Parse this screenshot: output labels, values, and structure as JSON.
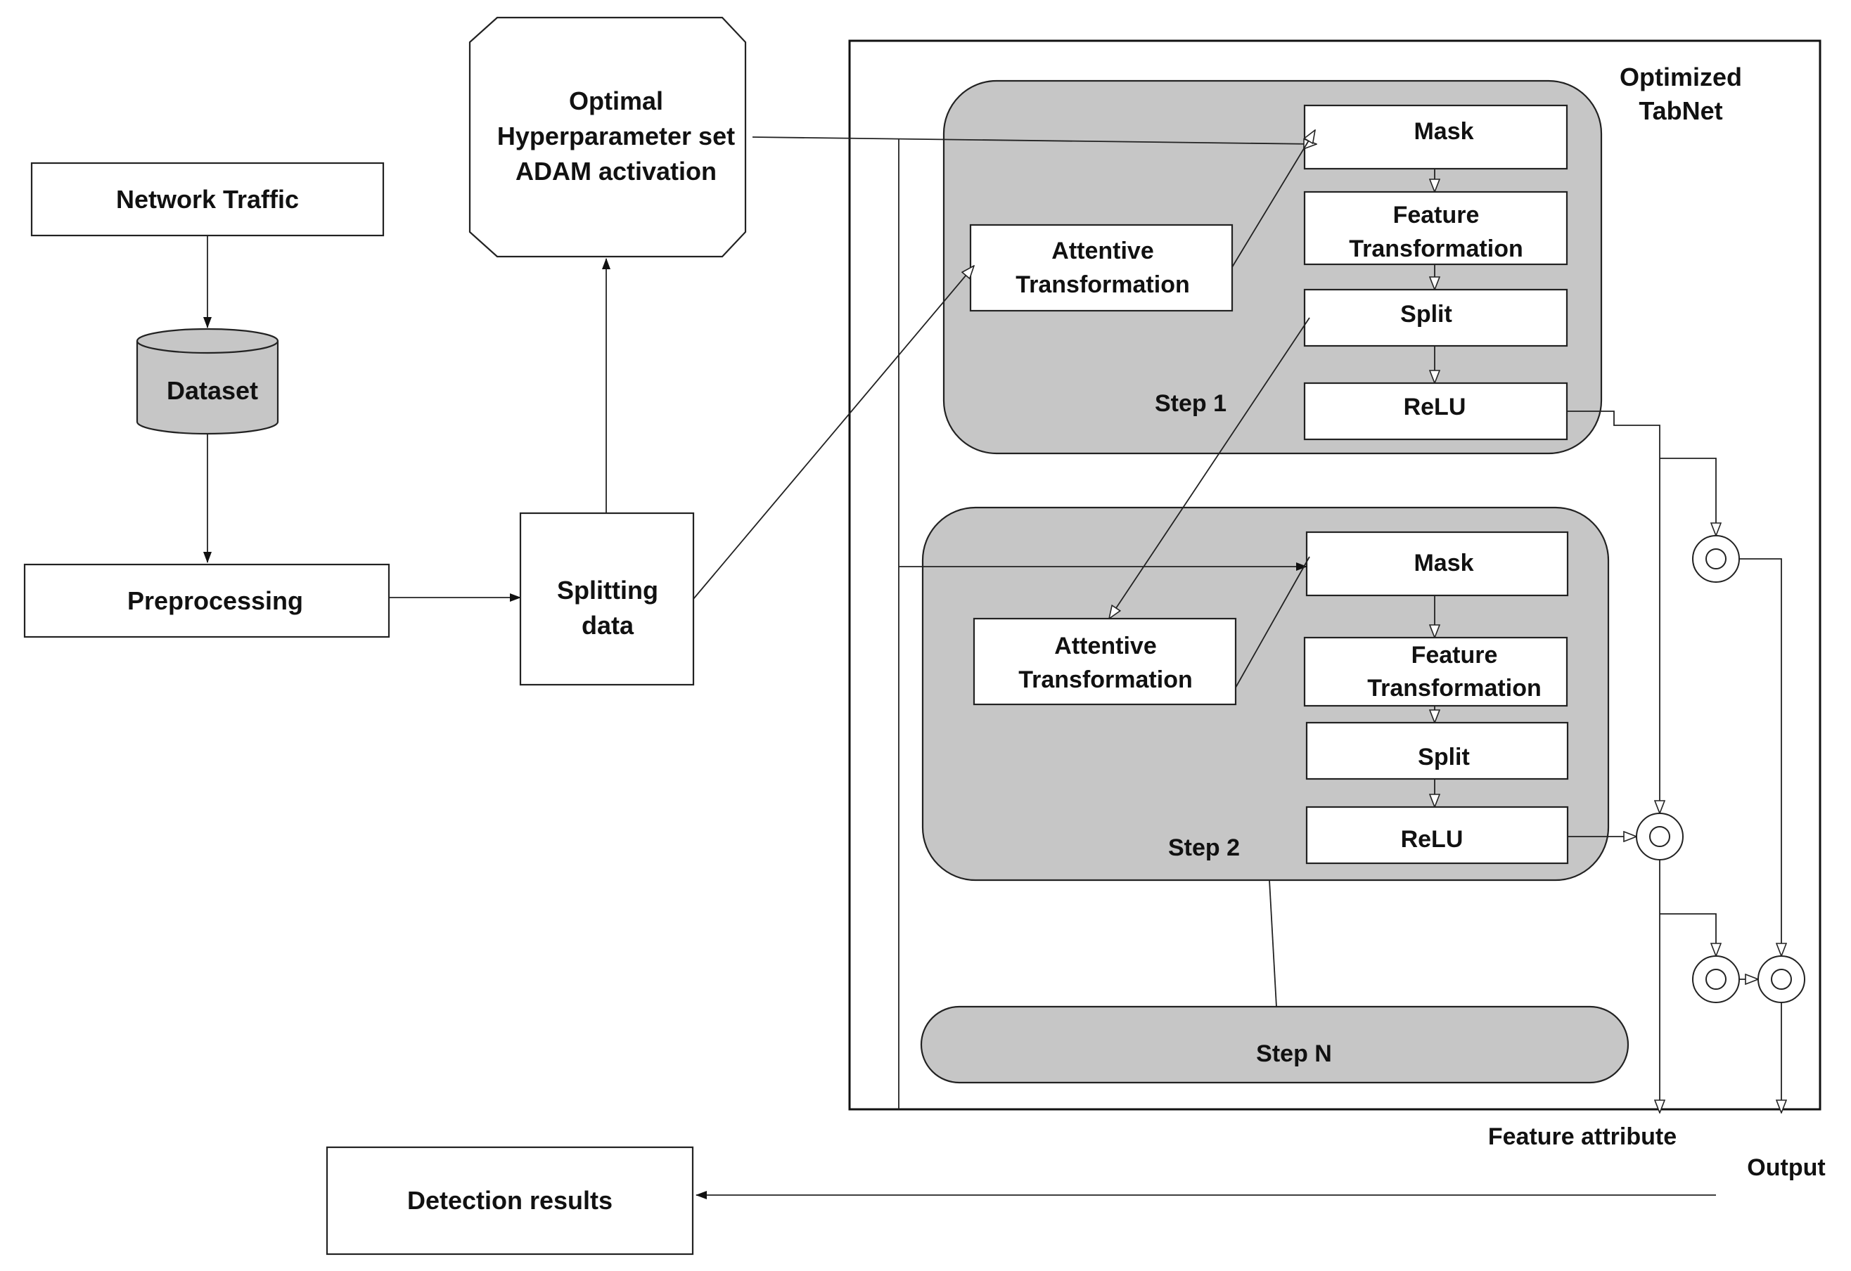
{
  "nodes": {
    "network_traffic": "Network Traffic",
    "dataset": "Dataset",
    "preprocessing": "Preprocessing",
    "splitting_data": [
      "Splitting",
      "data"
    ],
    "optimal_hyperparameter": [
      "Optimal",
      "Hyperparameter set",
      "ADAM activation"
    ],
    "detection_results": "Detection results"
  },
  "tabnet": {
    "title": [
      "Optimized",
      "TabNet"
    ],
    "step1": {
      "label": "Step 1",
      "attentive": [
        "Attentive",
        "Transformation"
      ],
      "mask": "Mask",
      "feature": [
        "Feature",
        "Transformation"
      ],
      "split": "Split",
      "relu": "ReLU"
    },
    "step2": {
      "label": "Step 2",
      "attentive": [
        "Attentive",
        "Transformation"
      ],
      "mask": "Mask",
      "feature": [
        "Feature",
        "Transformation"
      ],
      "split": "Split",
      "relu": "ReLU"
    },
    "stepN": {
      "label": "Step N"
    }
  },
  "outputs": {
    "feature_attribute": "Feature attribute",
    "output": "Output"
  },
  "colors": {
    "step_fill": "#c6c6c6",
    "dataset_fill": "#c6c6c6",
    "stroke": "#222222"
  }
}
